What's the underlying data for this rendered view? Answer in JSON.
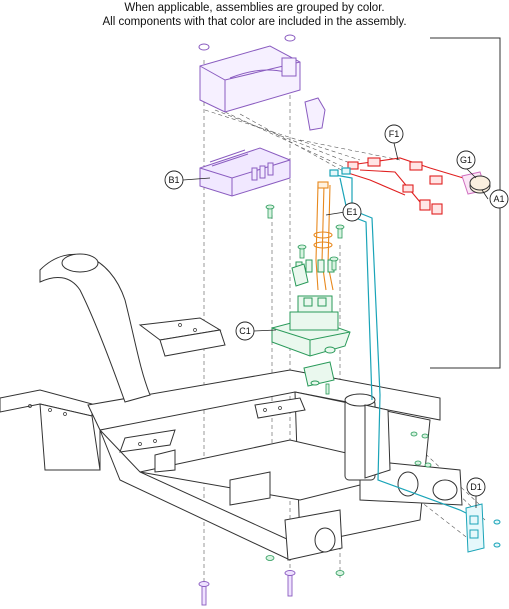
{
  "header": {
    "line1": "When applicable, assemblies are grouped by color.",
    "line2": "All components with that color are included in the assembly."
  },
  "callouts": {
    "a1": "A1",
    "b1": "B1",
    "c1": "C1",
    "d1": "D1",
    "e1": "E1",
    "f1": "F1",
    "g1": "G1"
  },
  "colors": {
    "controller_purple": "#8a5cc0",
    "harness_red": "#e02020",
    "harness_cyan": "#1aa4b8",
    "hardware_green": "#2a9a5a",
    "fuse_orange": "#e8891e",
    "pink": "#d070c0",
    "line_gray": "#444444"
  }
}
